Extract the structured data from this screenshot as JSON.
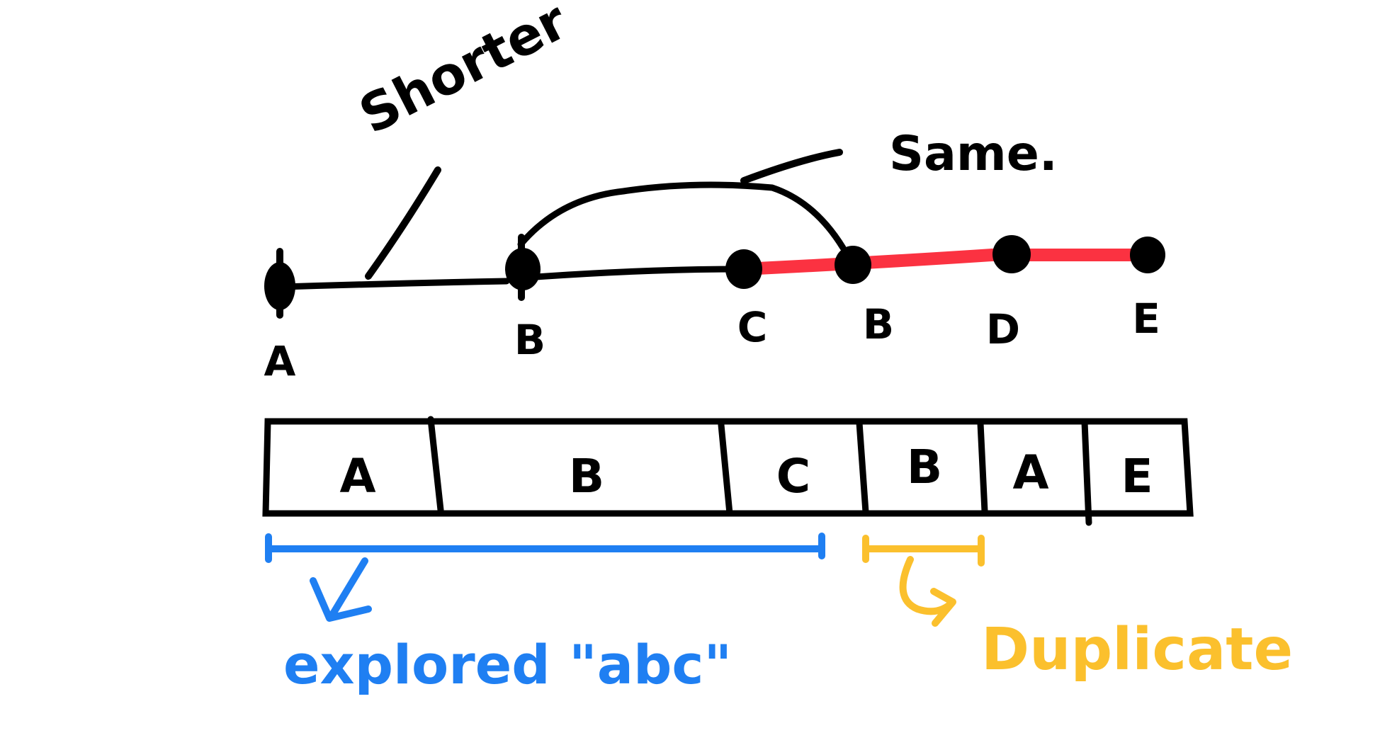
{
  "annotations": {
    "shorter": "Shorter",
    "same": "Same.",
    "explored": "explored \"abc\"",
    "duplicate": "Duplicate"
  },
  "path_nodes": [
    {
      "id": "node-a",
      "label": "A"
    },
    {
      "id": "node-b1",
      "label": "B"
    },
    {
      "id": "node-c",
      "label": "C"
    },
    {
      "id": "node-b2",
      "label": "B"
    },
    {
      "id": "node-d",
      "label": "D"
    },
    {
      "id": "node-e",
      "label": "E"
    }
  ],
  "array_cells": [
    "A",
    "B",
    "C",
    "B",
    "A",
    "E"
  ],
  "colors": {
    "ink": "#000000",
    "highlight_path": "#fb3241",
    "explored": "#1f7ff2",
    "duplicate": "#fbc02d",
    "background": "#ffffff"
  }
}
